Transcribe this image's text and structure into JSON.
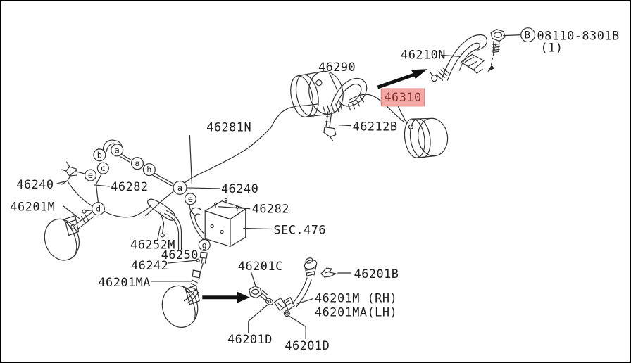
{
  "colors": {
    "bg": "#ffffff",
    "line": "#2e2e2e",
    "text": "#1c1c1c",
    "arrow": "#111111",
    "hl-bg": "#f2a7a5",
    "hl-stroke": "#d08583",
    "hl-text": "#8a3431"
  },
  "parts": {
    "bolt_ref": "08110-8301B",
    "bolt_qty": "(1)",
    "bolt_callout": "B",
    "hose_upper_rear": "46210N",
    "valve": "46290",
    "highlight": "46310",
    "connector": "46212B",
    "main_pipe": "46281N",
    "tube_front_left": "46240",
    "clip_front_left": "46282",
    "hose_front_left": "46201M",
    "tube_mid": "46240",
    "clip_mid": "46282",
    "sec_ref": "SEC.476",
    "junction": "46252M",
    "tube_rear": "46250",
    "tube_lower": "46242",
    "hose_rear_lower": "46201MA",
    "bolt_front": "46201C",
    "clip_front_hose": "46201B",
    "hose_front_rh": "46201M (RH)",
    "hose_front_lh": "46201MA(LH)",
    "washer_left": "46201D",
    "washer_right": "46201D"
  },
  "callouts": {
    "a": "a",
    "b": "b",
    "c": "c",
    "d": "d",
    "e": "e",
    "g": "g",
    "h": "h"
  }
}
